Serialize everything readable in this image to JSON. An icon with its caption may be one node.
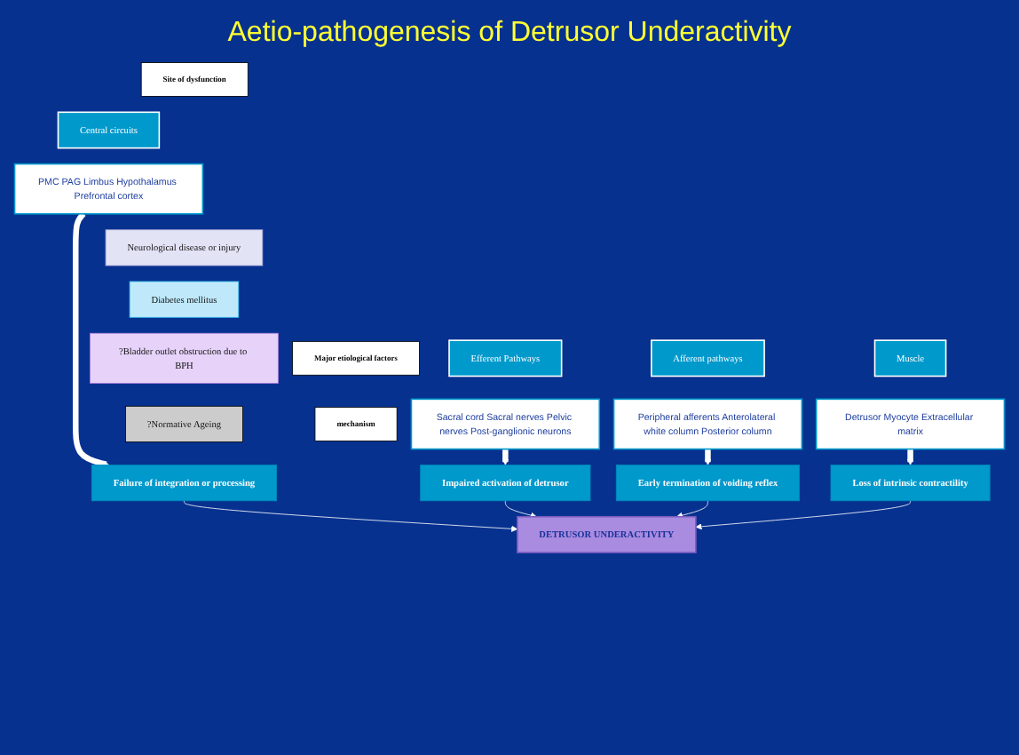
{
  "diagram": {
    "title": "Aetio-pathogenesis of Detrusor Underactivity",
    "nodes": [
      {
        "text": [
          "Site of dysfunction"
        ]
      },
      {
        "text": [
          "Central circuits"
        ]
      },
      {
        "text": [
          "Efferent Pathways"
        ]
      },
      {
        "text": [
          "Afferent pathways"
        ]
      },
      {
        "text": [
          "Muscle"
        ]
      },
      {
        "text": [
          "PMC PAG Limbus Hypothalamus Prefrontal cortex"
        ]
      },
      {
        "text": [
          "Sacral cord Sacral nerves Pelvic nerves Post-ganglionic neurons"
        ]
      },
      {
        "text": [
          "Peripheral afferents Anterolateral white column Posterior column"
        ]
      },
      {
        "text": [
          "Detrusor Myocyte Extracellular matrix"
        ]
      },
      {
        "text": [
          "Major etiological factors"
        ]
      },
      {
        "text": [
          "Neurological disease or injury"
        ]
      },
      {
        "text": [
          "Diabetes mellitus"
        ]
      },
      {
        "text": [
          "?Bladder outlet obstruction due to BPH"
        ]
      },
      {
        "text": [
          "?Normative Ageing"
        ]
      },
      {
        "text": [
          "mechanism"
        ]
      },
      {
        "text": [
          "Failure of integration or processing"
        ]
      },
      {
        "text": [
          "Impaired activation of detrusor"
        ]
      },
      {
        "text": [
          "Early termination of voiding reflex"
        ]
      },
      {
        "text": [
          "Loss of intrinsic contractility"
        ]
      },
      {
        "text": [
          "DETRUSOR UNDERACTIVITY"
        ]
      }
    ],
    "edges": [
      {
        "from": 5,
        "to": 15,
        "arrow": "to",
        "style": "thick"
      },
      {
        "from": 6,
        "to": 16,
        "arrow": "to",
        "style": "thick"
      },
      {
        "from": 7,
        "to": 17,
        "arrow": "to",
        "style": "thick"
      },
      {
        "from": 8,
        "to": 18,
        "arrow": "to",
        "style": "thick"
      },
      {
        "from": 15,
        "to": 19,
        "arrow": "to"
      },
      {
        "from": 16,
        "to": 19,
        "arrow": "to"
      },
      {
        "from": 17,
        "to": 19,
        "arrow": "to"
      },
      {
        "from": 18,
        "to": 19,
        "arrow": "to"
      }
    ]
  }
}
